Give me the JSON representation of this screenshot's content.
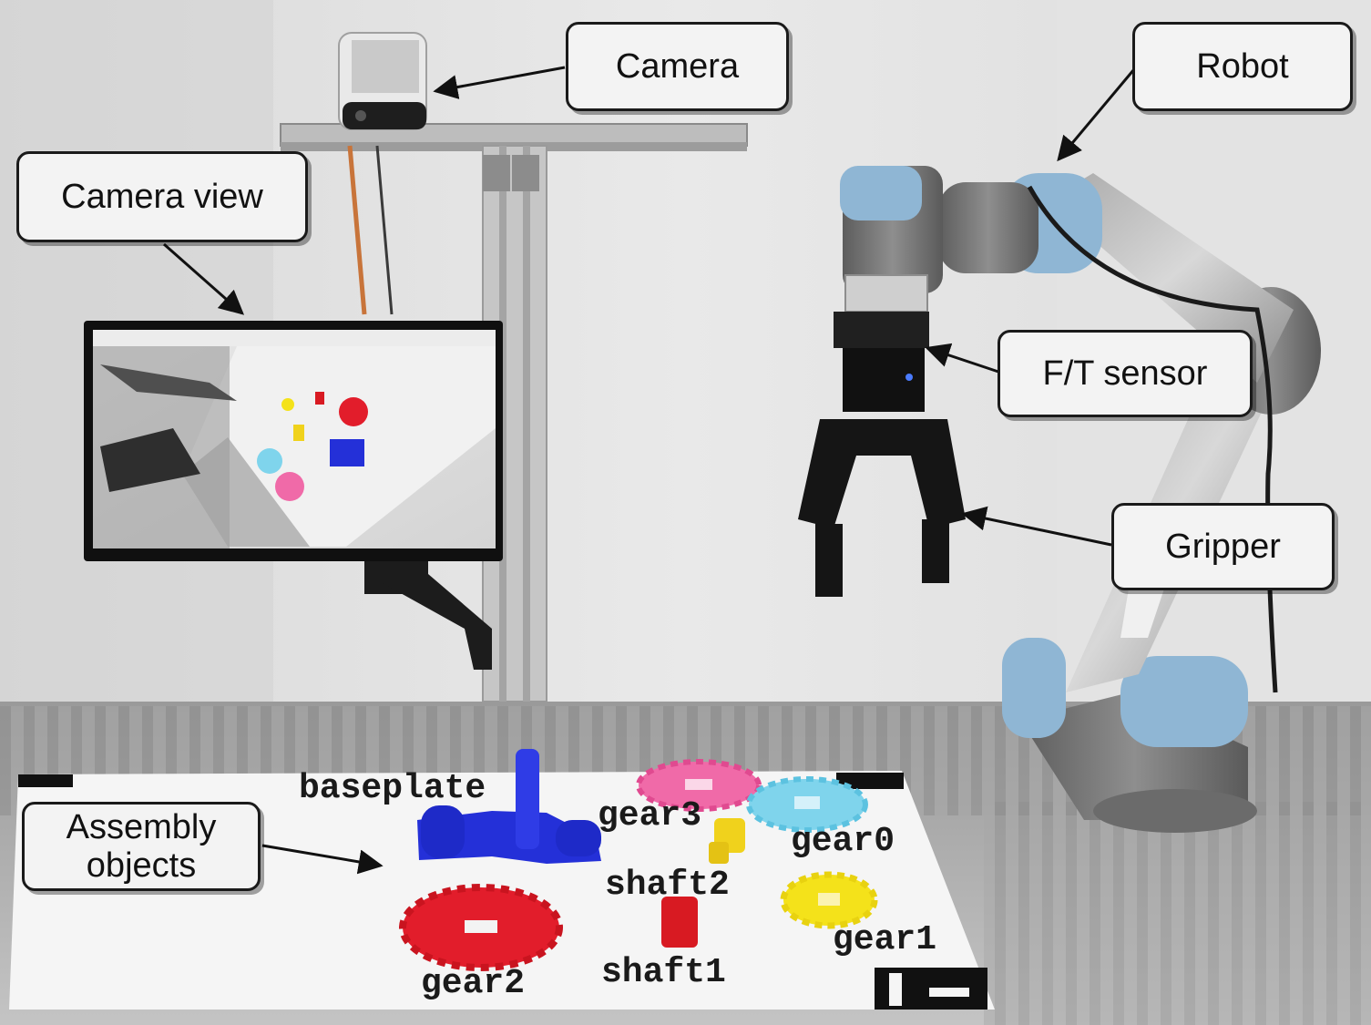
{
  "callouts": {
    "camera": "Camera",
    "robot": "Robot",
    "camera_view": "Camera view",
    "ft_sensor": "F/T sensor",
    "gripper": "Gripper",
    "assembly_objects": "Assembly\nobjects"
  },
  "object_labels": {
    "baseplate": "baseplate",
    "gear3": "gear3",
    "gear0": "gear0",
    "shaft2": "shaft2",
    "gear1": "gear1",
    "gear2": "gear2",
    "shaft1": "shaft1"
  },
  "colors": {
    "gear_pink": "#f06aa8",
    "gear_cyan": "#7fd4ec",
    "gear_yellow": "#f4e21a",
    "gear_red": "#e21d2b",
    "baseplate_blue": "#2430d8",
    "shaft_red": "#d81a22",
    "shaft_yellow": "#f0d21c",
    "robot_blue": "#8fb6d4",
    "robot_gray": "#8a8a8a"
  }
}
